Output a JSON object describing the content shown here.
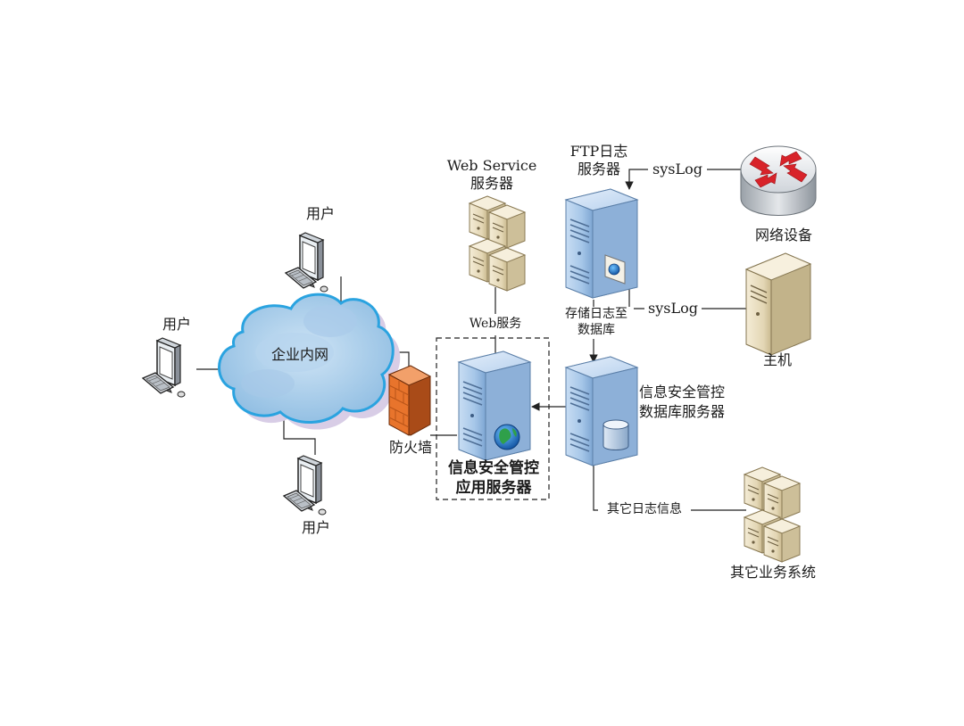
{
  "nodes": {
    "user_top": "用户",
    "user_left": "用户",
    "user_bottom": "用户",
    "cloud": "企业内网",
    "firewall": "防火墙",
    "web_service": [
      "Web Service",
      "服务器"
    ],
    "ftp": [
      "FTP日志",
      "服务器"
    ],
    "network_device": "网络设备",
    "host": "主机",
    "app_server": [
      "信息安全管控",
      "应用服务器"
    ],
    "db_server": [
      "信息安全管控",
      "数据库服务器"
    ],
    "other_systems": "其它业务系统"
  },
  "edges": {
    "web_service_label": "Web服务",
    "syslog_router": "sysLog",
    "syslog_host": "sysLog",
    "store_log": [
      "存储日志至",
      "数据库"
    ],
    "other_log": "其它日志信息"
  },
  "colors": {
    "cloud_fill": "#9cc6e6",
    "cloud_stroke": "#2aa3e0",
    "firewall": "#e8742c",
    "server_blue": "#a9c9ea",
    "server_beige": "#e6dcc0"
  }
}
